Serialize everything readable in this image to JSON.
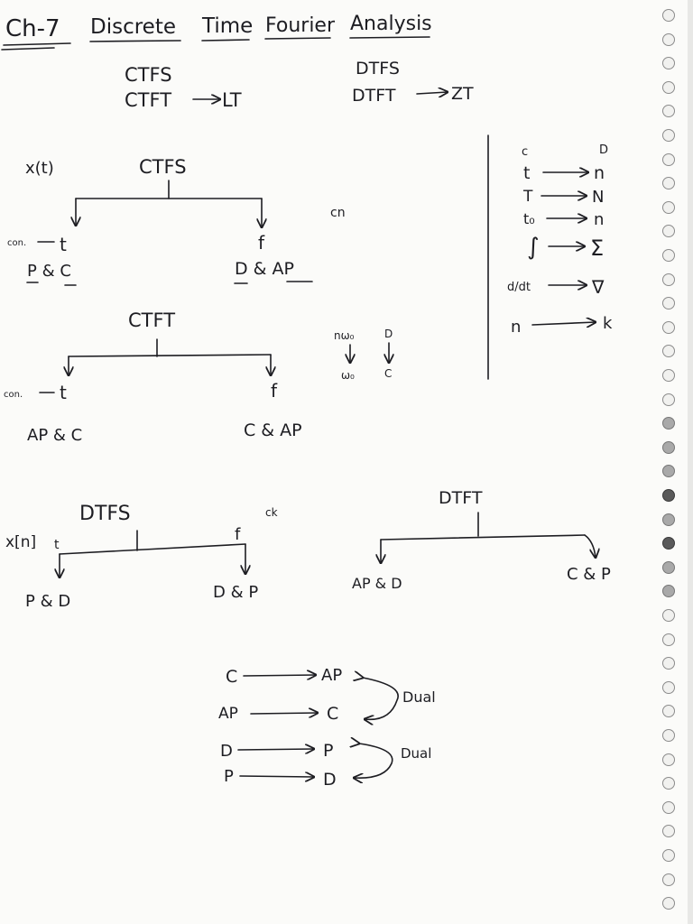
{
  "title": {
    "ch": "Ch-7",
    "w1": "Discrete",
    "w2": "Time",
    "w3": "Fourier",
    "w4": "Analysis"
  },
  "top": {
    "ctfs": "CTFS",
    "ctft": "CTFT",
    "lt": "LT",
    "dtfs": "DTFS",
    "dtft": "DTFT",
    "zt": "ZT"
  },
  "ctfs_tree": {
    "input": "x(t)",
    "root": "CTFS",
    "coef": "cn",
    "left_note": "con.",
    "left_var": "t",
    "left_props": "P & C",
    "right_var": "f",
    "right_props": "D & AP"
  },
  "ctft_tree": {
    "root": "CTFT",
    "left_note": "con.",
    "left_var": "t",
    "left_props": "AP & C",
    "right_var": "f",
    "right_props": "C & AP",
    "conv_left_top": "nω₀",
    "conv_left_bottom": "ω₀",
    "conv_right_top": "D",
    "conv_right_bottom": "C"
  },
  "mapping": {
    "head_left": "c",
    "head_right": "D",
    "rows": [
      {
        "from": "t",
        "to": "n"
      },
      {
        "from": "T",
        "to": "N"
      },
      {
        "from": "t₀",
        "to": "n"
      },
      {
        "from": "∫",
        "to": "Σ"
      },
      {
        "from": "d/dt",
        "to": "∇"
      },
      {
        "from": "n",
        "to": "k"
      }
    ]
  },
  "dtfs_tree": {
    "input": "x[n]",
    "root": "DTFS",
    "coef": "ck",
    "left_var": "t",
    "left_props": "P & D",
    "right_var": "f",
    "right_props": "D & P"
  },
  "dtft_tree": {
    "root": "DTFT",
    "left_props": "AP & D",
    "right_props": "C & P"
  },
  "dual": {
    "r1_from": "C",
    "r1_to": "AP",
    "r2_from": "AP",
    "r2_to": "C",
    "r3_from": "D",
    "r3_to": "P",
    "r4_from": "P",
    "r4_to": "D",
    "label1": "Dual",
    "label2": "Dual"
  }
}
